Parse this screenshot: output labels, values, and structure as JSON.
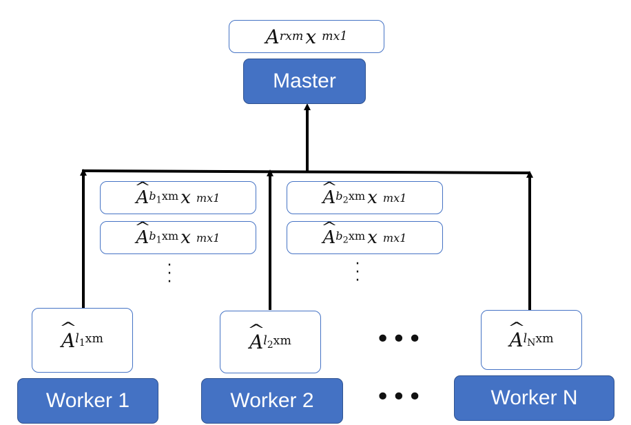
{
  "master": {
    "label": "Master",
    "product": {
      "matrix": "A",
      "matrix_sub": "rxm",
      "vector": "x",
      "vector_sub": "mx1"
    }
  },
  "worker_encoded_products": [
    {
      "matrix": "A",
      "matrix_sub": "b",
      "matrix_subsub": "1",
      "matrix_subrest": "xm",
      "vector": "x",
      "vector_sub": "mx1"
    },
    {
      "matrix": "A",
      "matrix_sub": "b",
      "matrix_subsub": "1",
      "matrix_subrest": "xm",
      "vector": "x",
      "vector_sub": "mx1"
    },
    {
      "matrix": "A",
      "matrix_sub": "b",
      "matrix_subsub": "2",
      "matrix_subrest": "xm",
      "vector": "x",
      "vector_sub": "mx1"
    },
    {
      "matrix": "A",
      "matrix_sub": "b",
      "matrix_subsub": "2",
      "matrix_subrest": "xm",
      "vector": "x",
      "vector_sub": "mx1"
    }
  ],
  "workers": [
    {
      "label": "Worker 1",
      "matrix": "A",
      "matrix_sub": "l",
      "matrix_subsub": "1",
      "matrix_subrest": "xm"
    },
    {
      "label": "Worker 2",
      "matrix": "A",
      "matrix_sub": "l",
      "matrix_subsub": "2",
      "matrix_subrest": "xm"
    },
    {
      "label": "Worker N",
      "matrix": "A",
      "matrix_sub": "l",
      "matrix_subsub": "N",
      "matrix_subrest": "xm"
    }
  ],
  "ellipsis": {
    "vertical": "· · ·",
    "horizontal": "•••"
  },
  "colors": {
    "node_fill": "#4472c4",
    "box_border": "#4472c4",
    "wire": "#000000"
  }
}
